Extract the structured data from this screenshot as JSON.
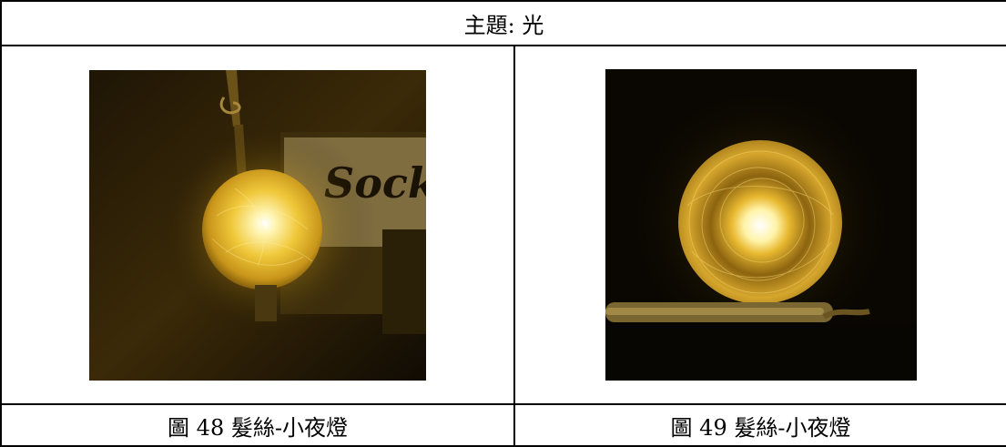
{
  "theme": {
    "title": "主題: 光"
  },
  "figures": [
    {
      "caption": "圖 48 髮絲-小夜燈",
      "photo_text": "Socke"
    },
    {
      "caption": "圖 49 髮絲-小夜燈"
    }
  ]
}
